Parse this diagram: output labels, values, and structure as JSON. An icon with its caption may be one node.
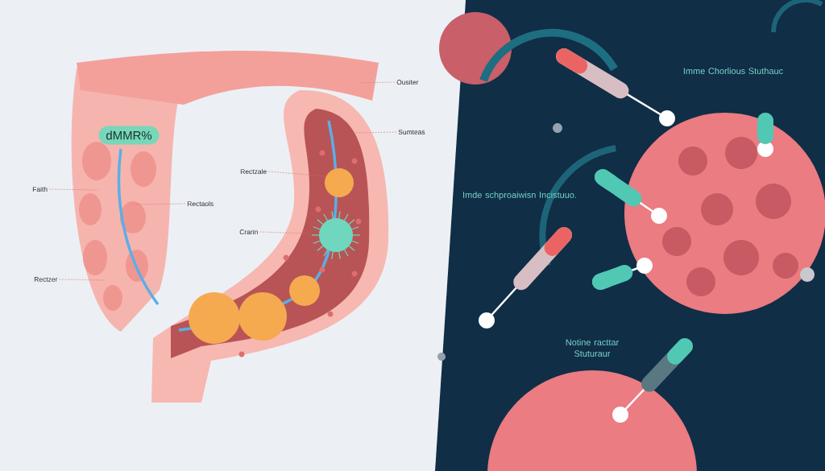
{
  "diagram": {
    "nodes": [
      {
        "text": [
          "dMMR%"
        ]
      },
      {
        "text": [
          "Ousiter"
        ]
      },
      {
        "text": [
          "Sumteas"
        ]
      },
      {
        "text": [
          "Rectzale"
        ]
      },
      {
        "text": [
          "Rectaols"
        ]
      },
      {
        "text": [
          "Crarin"
        ]
      },
      {
        "text": [
          "Faith"
        ]
      },
      {
        "text": [
          "Rectzer"
        ]
      }
    ],
    "edges": [
      {
        "from": 1,
        "to": null,
        "arrow": "none",
        "style": "dashed"
      },
      {
        "from": 2,
        "to": null,
        "arrow": "none",
        "style": "dashed"
      },
      {
        "from": 3,
        "to": null,
        "arrow": "none",
        "style": "dashed"
      },
      {
        "from": 4,
        "to": null,
        "arrow": "none",
        "style": "dashed"
      },
      {
        "from": 5,
        "to": null,
        "arrow": "none",
        "style": "dashed"
      },
      {
        "from": 6,
        "to": null,
        "arrow": "none",
        "style": "dashed"
      },
      {
        "from": 7,
        "to": null,
        "arrow": "none",
        "style": "dashed"
      }
    ],
    "labels": [
      "Imme Chorlious Stuthauc",
      "Imde schproaiwisn Incistuuo.",
      "Notine racttar Stuturaur"
    ]
  }
}
